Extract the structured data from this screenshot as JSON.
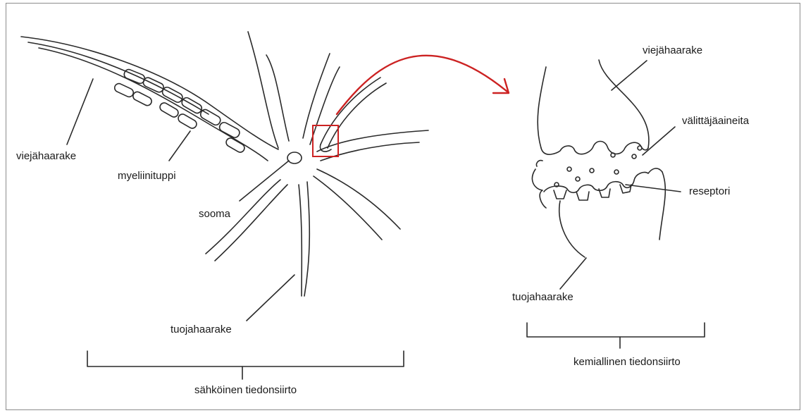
{
  "colors": {
    "line": "#2a2a2a",
    "arrow": "#cc2222",
    "highlight": "#cc2222",
    "border": "#8c8c8c"
  },
  "labels": {
    "left_axon": "viejähaarake",
    "myelin": "myeliinituppi",
    "soma": "sooma",
    "left_dendrite": "tuojahaarake",
    "electrical": "sähköinen tiedonsiirto",
    "right_axon": "viejähaarake",
    "neurotransmitters": "välittäjäaineita",
    "receptor": "reseptori",
    "right_dendrite": "tuojahaarake",
    "chemical": "kemiallinen tiedonsiirto"
  }
}
